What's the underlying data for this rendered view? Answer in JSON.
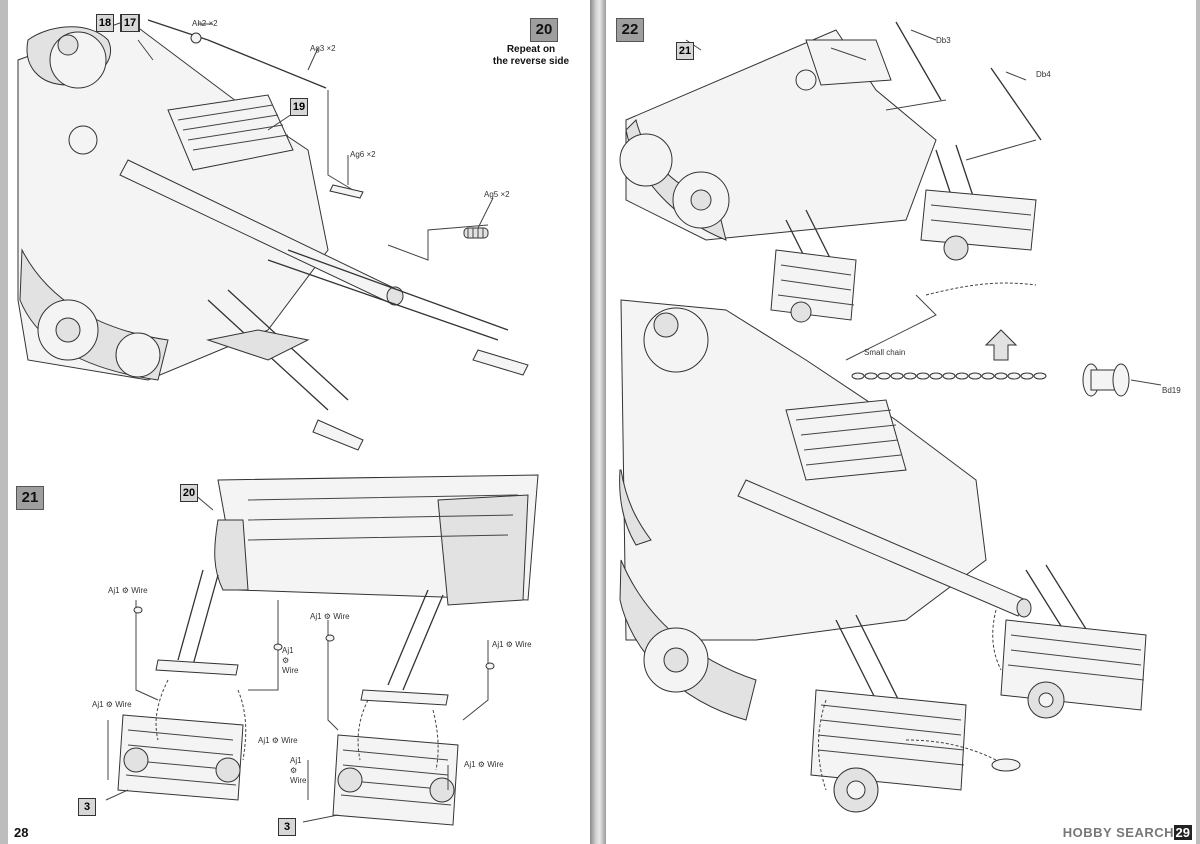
{
  "left_page": {
    "page_number": "28",
    "step20": {
      "number": "20",
      "note_line1": "Repeat on",
      "note_line2": "the reverse side",
      "refs": [
        "18",
        "17",
        "19"
      ],
      "parts": {
        "ah2": "Ah2 ×2",
        "ag3": "Ag3 ×2",
        "ag6": "Ag6 ×2",
        "ag5": "Ag5 ×2"
      }
    },
    "step21": {
      "number": "21",
      "ref_top": "20",
      "ref_bottom_a": "3",
      "ref_bottom_b": "3",
      "wire": "Wire",
      "aj1": "Aj1"
    }
  },
  "right_page": {
    "page_number": "29",
    "step22": {
      "number": "22",
      "ref": "21",
      "parts": {
        "db3": "Db3",
        "db4": "Db4",
        "bd19": "Bd19"
      },
      "small_chain": "Small chain"
    },
    "watermark": "HOBBY SEARCH"
  }
}
